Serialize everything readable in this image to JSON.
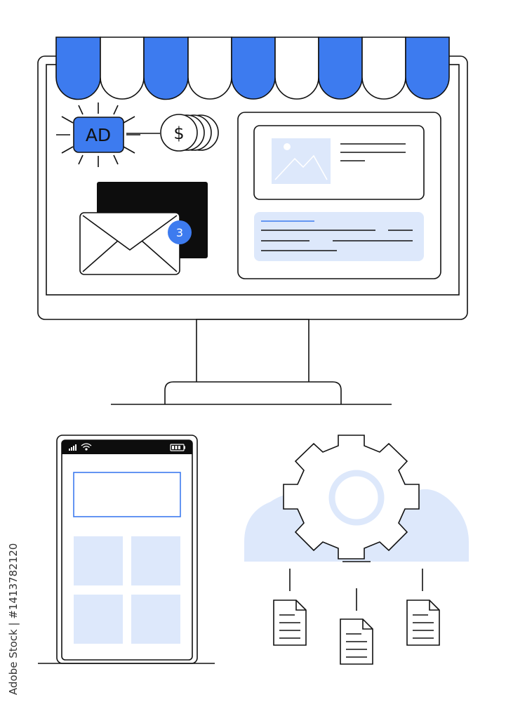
{
  "colors": {
    "accent_blue": "#3d7bef",
    "light_blue": "#dde8fb",
    "line": "#111111",
    "background": "#ffffff"
  },
  "ad_badge": {
    "label": "AD"
  },
  "coin": {
    "symbol": "$"
  },
  "mail": {
    "unread_count": "3"
  },
  "stock_watermark": "Adobe Stock | #1413782120",
  "icons": [
    "awning-icon",
    "ad-badge-icon",
    "coin-stack-icon",
    "envelope-icon",
    "image-placeholder-icon",
    "signal-icon",
    "wifi-icon",
    "battery-icon",
    "gear-icon",
    "cloud-icon",
    "document-icon"
  ]
}
